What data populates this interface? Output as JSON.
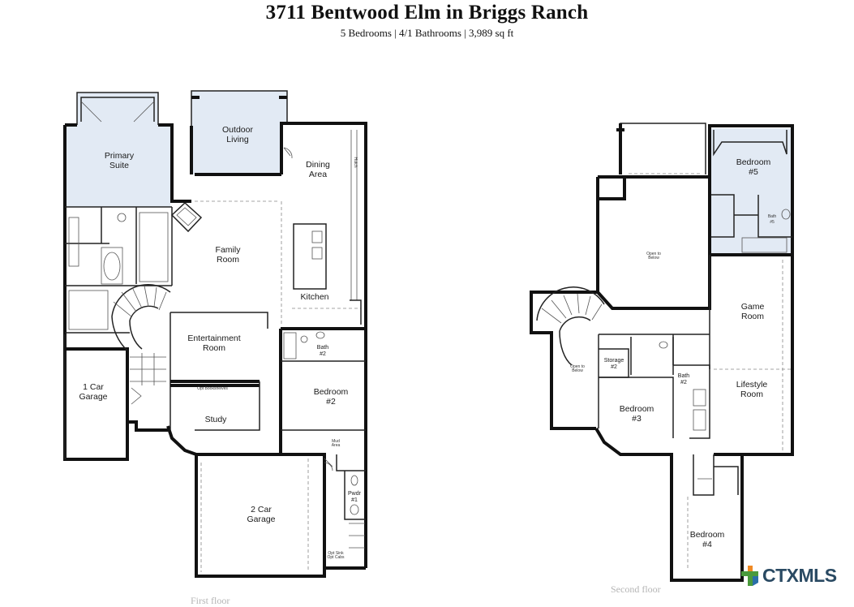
{
  "header": {
    "title": "3711 Bentwood Elm in Briggs Ranch",
    "subtitle": "5 Bedrooms | 4/1 Bathrooms | 3,989 sq ft"
  },
  "first_floor": {
    "label": "First floor",
    "rooms": {
      "primary_suite": [
        "Primary",
        "Suite"
      ],
      "outdoor_living": [
        "Outdoor",
        "Living"
      ],
      "dining_area": [
        "Dining",
        "Area"
      ],
      "family_room": [
        "Family",
        "Room"
      ],
      "kitchen": "Kitchen",
      "entertainment_room": [
        "Entertainment",
        "Room"
      ],
      "bath2": [
        "Bath",
        "#2"
      ],
      "one_car_garage": [
        "1 Car",
        "Garage"
      ],
      "bedroom2": [
        "Bedroom",
        "#2"
      ],
      "opt_bookshelves": "Opt Bookshelves",
      "study": "Study",
      "mud_area": [
        "Mud",
        "Area"
      ],
      "powder": [
        "Pwdr",
        "#1"
      ],
      "two_car_garage": [
        "2 Car",
        "Garage"
      ],
      "opt_sink": [
        "Opt Sink",
        "Opt Cabs"
      ],
      "hutch": "Hutch"
    }
  },
  "second_floor": {
    "label": "Second floor",
    "rooms": {
      "bedroom5": [
        "Bedroom",
        "#5"
      ],
      "bath5": [
        "Bath",
        "#5"
      ],
      "open_to_below_1": [
        "Open to",
        "Below"
      ],
      "game_room": [
        "Game",
        "Room"
      ],
      "storage2": [
        "Storage",
        "#2"
      ],
      "bath2": [
        "Bath",
        "#2"
      ],
      "open_to_below_2": [
        "Open to",
        "Below"
      ],
      "lifestyle_room": [
        "Lifestyle",
        "Room"
      ],
      "bedroom3": [
        "Bedroom",
        "#3"
      ],
      "bedroom4": [
        "Bedroom",
        "#4"
      ]
    }
  },
  "logo": {
    "text": "CTXMLS",
    "colors": {
      "text": "#2a4a63",
      "orange": "#f08a24",
      "green": "#4a9a3c",
      "blue": "#2a6fa8"
    }
  },
  "colors": {
    "highlight": "#e2eaf4",
    "wall": "#111111"
  }
}
